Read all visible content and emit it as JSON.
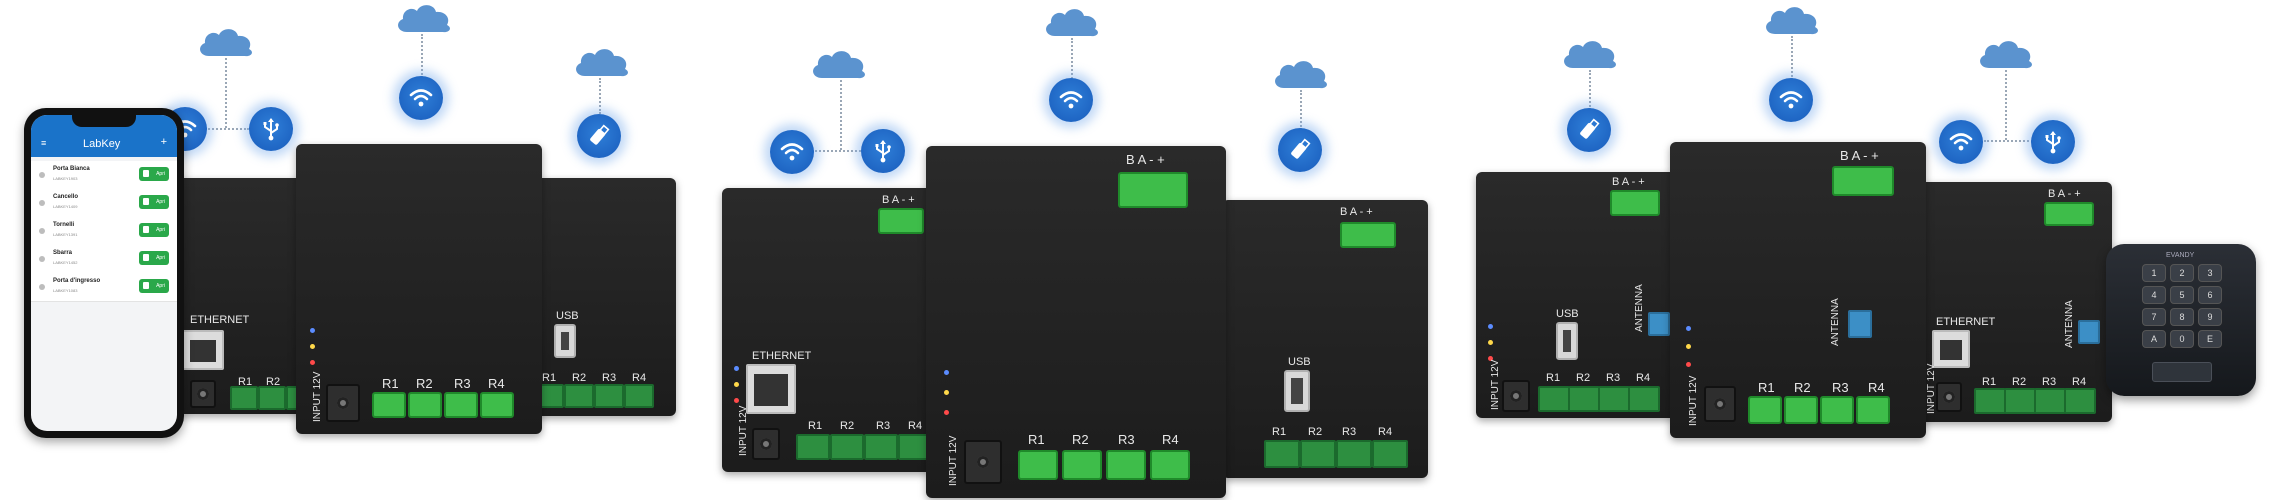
{
  "phone_app": {
    "title": "LabKey",
    "open_label": "Apri",
    "items": [
      {
        "name": "Porta Bianca",
        "code": "LABKEY1903"
      },
      {
        "name": "Cancello",
        "code": "LABKEY1409"
      },
      {
        "name": "Tornelli",
        "code": "LABKEY1391"
      },
      {
        "name": "Sbarra",
        "code": "LABKEY1452"
      },
      {
        "name": "Porta d'ingresso",
        "code": "LABKEY1083"
      }
    ]
  },
  "labels": {
    "ethernet": "ETHERNET",
    "usb": "USB",
    "antenna": "ANTENNA",
    "input_12v": "INPUT 12V",
    "bus": "B A - +",
    "r1": "R1",
    "r2": "R2",
    "r3": "R3",
    "r4": "R4"
  },
  "keypad": {
    "brand": "EVANDY",
    "keys": [
      "1",
      "2",
      "3",
      "4",
      "5",
      "6",
      "7",
      "8",
      "9",
      "A",
      "0",
      "E"
    ]
  },
  "icons": {
    "cloud": "cloud-icon",
    "wifi": "wifi-icon",
    "usb": "usb-icon",
    "usb_stick": "usb-stick-icon"
  },
  "colors": {
    "cloud": "#5b93cf",
    "badge": "#1f66c4",
    "terminal": "#3ebd4a",
    "device": "#1f1f1f",
    "app_bar": "#1a73c9"
  }
}
